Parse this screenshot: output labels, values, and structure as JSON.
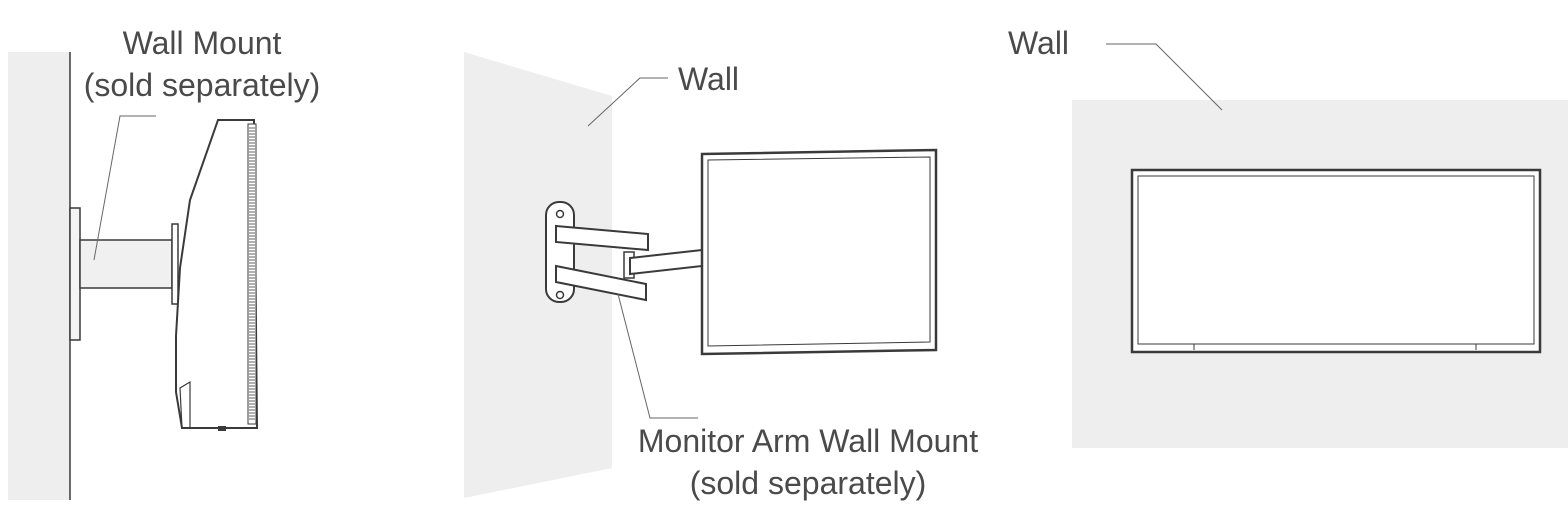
{
  "panels": {
    "side_view": {
      "label_line1": "Wall Mount",
      "label_line2": "(sold separately)"
    },
    "arm_view": {
      "wall_label": "Wall",
      "label_line1": "Monitor Arm Wall Mount",
      "label_line2": "(sold separately)"
    },
    "front_view": {
      "wall_label": "Wall"
    }
  },
  "colors": {
    "wall_fill": "#eeeeee",
    "line": "#3a3a3a",
    "leader": "#666666",
    "text": "#4a4a4a"
  }
}
